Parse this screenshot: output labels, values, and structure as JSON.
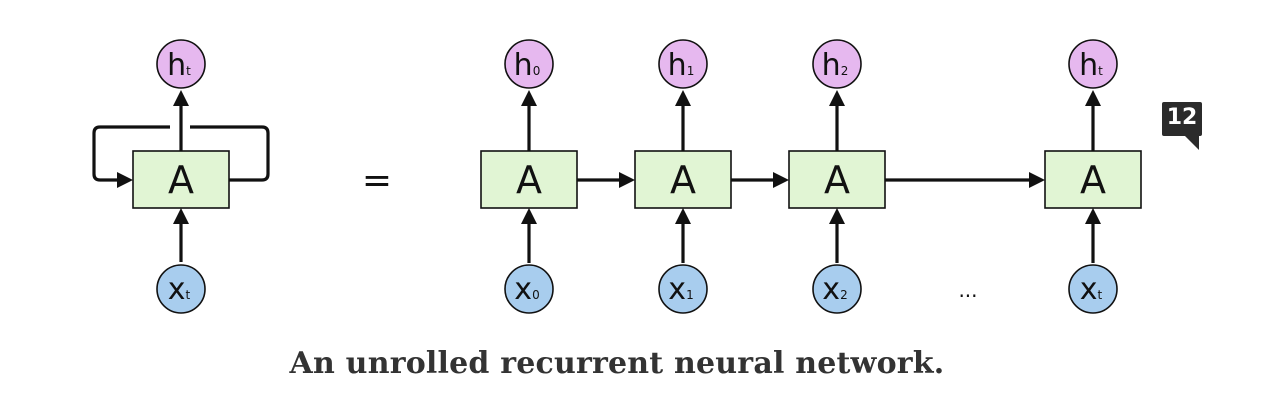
{
  "diagram": {
    "caption": "An unrolled recurrent neural network.",
    "equals_sign": "=",
    "ellipsis": "...",
    "colors": {
      "cell_fill": "#e1f5d4",
      "hidden_fill": "#e6b8ef",
      "input_fill": "#a8cdee",
      "stroke": "#111111"
    },
    "folded": {
      "cell": "A",
      "output": {
        "main": "h",
        "sub": "t"
      },
      "input": {
        "main": "x",
        "sub": "t"
      }
    },
    "unrolled": [
      {
        "cell": "A",
        "output": {
          "main": "h",
          "sub": "0"
        },
        "input": {
          "main": "x",
          "sub": "0"
        }
      },
      {
        "cell": "A",
        "output": {
          "main": "h",
          "sub": "1"
        },
        "input": {
          "main": "x",
          "sub": "1"
        }
      },
      {
        "cell": "A",
        "output": {
          "main": "h",
          "sub": "2"
        },
        "input": {
          "main": "x",
          "sub": "2"
        }
      },
      {
        "cell": "A",
        "output": {
          "main": "h",
          "sub": "t"
        },
        "input": {
          "main": "x",
          "sub": "t"
        }
      }
    ]
  },
  "comments": {
    "count": "12",
    "icon": "comment-bubble-icon"
  }
}
